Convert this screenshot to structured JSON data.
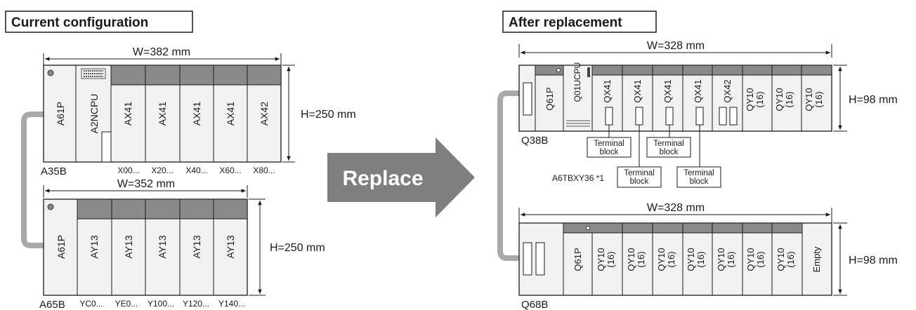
{
  "left": {
    "title": "Current configuration",
    "rack1": {
      "name": "A35B",
      "width_label": "W=382 mm",
      "height_label": "H=250 mm",
      "modules": [
        "A61P",
        "A2NCPU",
        "AX41",
        "AX41",
        "AX41",
        "AX41",
        "AX42"
      ],
      "addresses": [
        "X00...",
        "X20...",
        "X40...",
        "X60...",
        "X80..."
      ]
    },
    "rack2": {
      "name": "A65B",
      "width_label": "W=352 mm",
      "height_label": "H=250 mm",
      "modules": [
        "A61P",
        "AY13",
        "AY13",
        "AY13",
        "AY13",
        "AY13"
      ],
      "addresses": [
        "YC0...",
        "YE0...",
        "Y100...",
        "Y120...",
        "Y140..."
      ]
    }
  },
  "arrow": {
    "label": "Replace"
  },
  "right": {
    "title": "After replacement",
    "rack1": {
      "name": "Q38B",
      "width_label": "W=328 mm",
      "height_label": "H=98 mm",
      "modules": [
        "Q61P",
        "Q01UCPU",
        "QX41",
        "QX41",
        "QX41",
        "QX41",
        "QX42",
        "QY10\n(16)",
        "QY10\n(16)",
        "QY10\n(16)"
      ]
    },
    "terminal_block_label": "Terminal\nblock",
    "adapter_label": "A6TBXY36 *1",
    "rack2": {
      "name": "Q68B",
      "width_label": "W=328 mm",
      "height_label": "H=98 mm",
      "modules": [
        "Q61P",
        "QY10\n(16)",
        "QY10\n(16)",
        "QY10\n(16)",
        "QY10\n(16)",
        "QY10\n(16)",
        "QY10\n(16)",
        "QY10\n(16)",
        "Empty"
      ]
    }
  },
  "colors": {
    "module_top": "#8a8a8a",
    "rack_bg": "#f2f2f2",
    "arrow": "#7f7f7f",
    "cable": "#a9a9a9",
    "outline": "#1a1a1a"
  }
}
